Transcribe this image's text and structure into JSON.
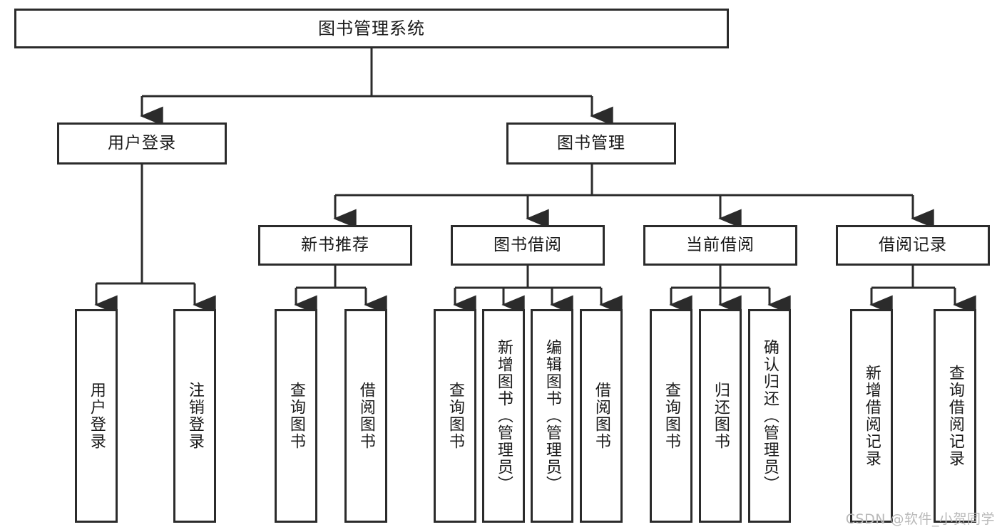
{
  "diagram": {
    "type": "tree",
    "title": "图书管理系统",
    "stroke_color": "#2b2b2b",
    "background_color": "#ffffff",
    "root": {
      "label": "图书管理系统"
    },
    "level2": [
      {
        "label": "用户登录"
      },
      {
        "label": "图书管理"
      }
    ],
    "level3": [
      {
        "label": "新书推荐"
      },
      {
        "label": "图书借阅"
      },
      {
        "label": "当前借阅"
      },
      {
        "label": "借阅记录"
      }
    ],
    "leaves": {
      "user_login": [
        {
          "label": "用户登录"
        },
        {
          "label": "注销登录"
        }
      ],
      "new_book_recommend": [
        {
          "label": "查询图书"
        },
        {
          "label": "借阅图书"
        }
      ],
      "book_borrow": [
        {
          "label": "查询图书"
        },
        {
          "label": "新增图书（管理员）"
        },
        {
          "label": "编辑图书（管理员）"
        },
        {
          "label": "借阅图书"
        }
      ],
      "current_borrow": [
        {
          "label": "查询图书"
        },
        {
          "label": "归还图书"
        },
        {
          "label": "确认归还（管理员）"
        }
      ],
      "borrow_record": [
        {
          "label": "新增借阅记录"
        },
        {
          "label": "查询借阅记录"
        }
      ]
    }
  },
  "watermark": {
    "text": "CSDN @软件_小贺同学"
  }
}
